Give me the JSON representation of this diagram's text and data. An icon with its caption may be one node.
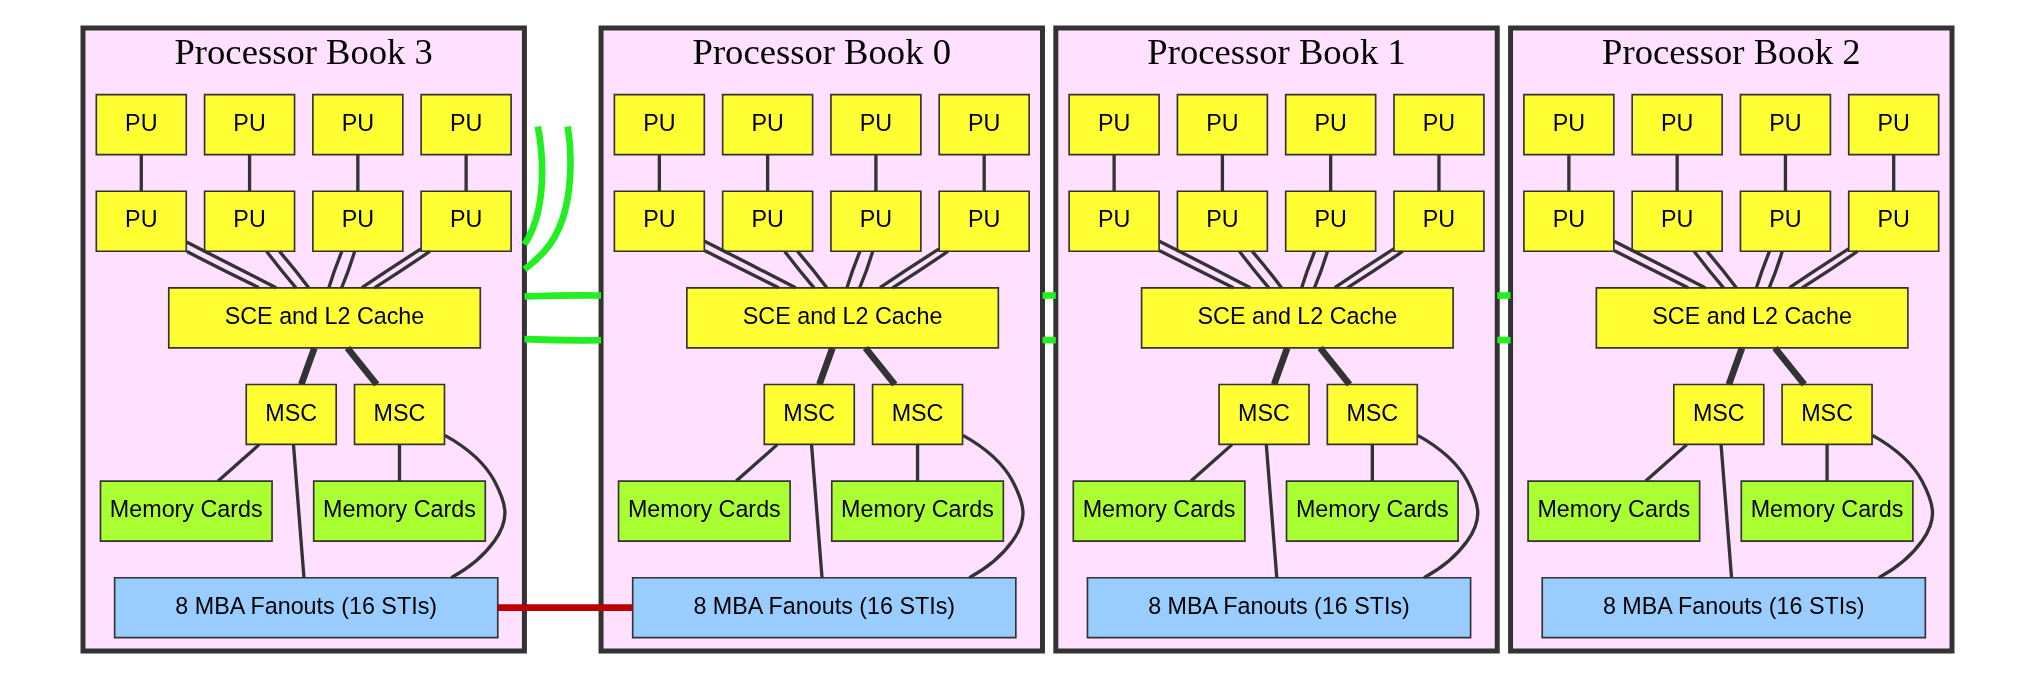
{
  "diagram": {
    "nodes": [
      {
        "text": [
          "Processor Book 3"
        ]
      },
      {
        "text": [
          "PU"
        ],
        "in": 0
      },
      {
        "text": [
          "PU"
        ],
        "in": 0
      },
      {
        "text": [
          "PU"
        ],
        "in": 0
      },
      {
        "text": [
          "PU"
        ],
        "in": 0
      },
      {
        "text": [
          "PU"
        ],
        "in": 0
      },
      {
        "text": [
          "PU"
        ],
        "in": 0
      },
      {
        "text": [
          "PU"
        ],
        "in": 0
      },
      {
        "text": [
          "PU"
        ],
        "in": 0
      },
      {
        "text": [
          "SCE and L2 Cache"
        ],
        "in": 0
      },
      {
        "text": [
          "MSC"
        ],
        "in": 0
      },
      {
        "text": [
          "MSC"
        ],
        "in": 0
      },
      {
        "text": [
          "Memory Cards"
        ],
        "in": 0
      },
      {
        "text": [
          "Memory Cards"
        ],
        "in": 0
      },
      {
        "text": [
          "8 MBA Fanouts (16 STIs)"
        ],
        "in": 0
      },
      {
        "text": [
          "Processor Book 0"
        ]
      },
      {
        "text": [
          "PU"
        ],
        "in": 15
      },
      {
        "text": [
          "PU"
        ],
        "in": 15
      },
      {
        "text": [
          "PU"
        ],
        "in": 15
      },
      {
        "text": [
          "PU"
        ],
        "in": 15
      },
      {
        "text": [
          "PU"
        ],
        "in": 15
      },
      {
        "text": [
          "PU"
        ],
        "in": 15
      },
      {
        "text": [
          "PU"
        ],
        "in": 15
      },
      {
        "text": [
          "PU"
        ],
        "in": 15
      },
      {
        "text": [
          "SCE and L2 Cache"
        ],
        "in": 15
      },
      {
        "text": [
          "MSC"
        ],
        "in": 15
      },
      {
        "text": [
          "MSC"
        ],
        "in": 15
      },
      {
        "text": [
          "Memory Cards"
        ],
        "in": 15
      },
      {
        "text": [
          "Memory Cards"
        ],
        "in": 15
      },
      {
        "text": [
          "8 MBA Fanouts (16 STIs)"
        ],
        "in": 15
      },
      {
        "text": [
          "Processor Book 1"
        ]
      },
      {
        "text": [
          "PU"
        ],
        "in": 30
      },
      {
        "text": [
          "PU"
        ],
        "in": 30
      },
      {
        "text": [
          "PU"
        ],
        "in": 30
      },
      {
        "text": [
          "PU"
        ],
        "in": 30
      },
      {
        "text": [
          "PU"
        ],
        "in": 30
      },
      {
        "text": [
          "PU"
        ],
        "in": 30
      },
      {
        "text": [
          "PU"
        ],
        "in": 30
      },
      {
        "text": [
          "PU"
        ],
        "in": 30
      },
      {
        "text": [
          "SCE and L2 Cache"
        ],
        "in": 30
      },
      {
        "text": [
          "MSC"
        ],
        "in": 30
      },
      {
        "text": [
          "MSC"
        ],
        "in": 30
      },
      {
        "text": [
          "Memory Cards"
        ],
        "in": 30
      },
      {
        "text": [
          "Memory Cards"
        ],
        "in": 30
      },
      {
        "text": [
          "8 MBA Fanouts (16 STIs)"
        ],
        "in": 30
      },
      {
        "text": [
          "Processor Book 2"
        ]
      },
      {
        "text": [
          "PU"
        ],
        "in": 45
      },
      {
        "text": [
          "PU"
        ],
        "in": 45
      },
      {
        "text": [
          "PU"
        ],
        "in": 45
      },
      {
        "text": [
          "PU"
        ],
        "in": 45
      },
      {
        "text": [
          "PU"
        ],
        "in": 45
      },
      {
        "text": [
          "PU"
        ],
        "in": 45
      },
      {
        "text": [
          "PU"
        ],
        "in": 45
      },
      {
        "text": [
          "PU"
        ],
        "in": 45
      },
      {
        "text": [
          "SCE and L2 Cache"
        ],
        "in": 45
      },
      {
        "text": [
          "MSC"
        ],
        "in": 45
      },
      {
        "text": [
          "MSC"
        ],
        "in": 45
      },
      {
        "text": [
          "Memory Cards"
        ],
        "in": 45
      },
      {
        "text": [
          "Memory Cards"
        ],
        "in": 45
      },
      {
        "text": [
          "8 MBA Fanouts (16 STIs)"
        ],
        "in": 45
      }
    ],
    "edges": [
      {
        "from": 1,
        "to": 5,
        "arrow": "none"
      },
      {
        "from": 2,
        "to": 6,
        "arrow": "none"
      },
      {
        "from": 3,
        "to": 7,
        "arrow": "none"
      },
      {
        "from": 4,
        "to": 8,
        "arrow": "none"
      },
      {
        "from": 5,
        "to": 9,
        "arrow": "none"
      },
      {
        "from": 5,
        "to": 9,
        "arrow": "none"
      },
      {
        "from": 6,
        "to": 9,
        "arrow": "none"
      },
      {
        "from": 6,
        "to": 9,
        "arrow": "none"
      },
      {
        "from": 7,
        "to": 9,
        "arrow": "none"
      },
      {
        "from": 7,
        "to": 9,
        "arrow": "none"
      },
      {
        "from": 8,
        "to": 9,
        "arrow": "none"
      },
      {
        "from": 8,
        "to": 9,
        "arrow": "none"
      },
      {
        "from": 9,
        "to": 10,
        "arrow": "none",
        "style": "thick"
      },
      {
        "from": 9,
        "to": 11,
        "arrow": "none",
        "style": "thick"
      },
      {
        "from": 10,
        "to": 12,
        "arrow": "none"
      },
      {
        "from": 10,
        "to": 14,
        "arrow": "none"
      },
      {
        "from": 11,
        "to": 14,
        "arrow": "none"
      },
      {
        "from": 11,
        "to": 13,
        "arrow": "none"
      },
      {
        "from": 16,
        "to": 20,
        "arrow": "none"
      },
      {
        "from": 17,
        "to": 21,
        "arrow": "none"
      },
      {
        "from": 18,
        "to": 22,
        "arrow": "none"
      },
      {
        "from": 19,
        "to": 23,
        "arrow": "none"
      },
      {
        "from": 20,
        "to": 24,
        "arrow": "none"
      },
      {
        "from": 20,
        "to": 24,
        "arrow": "none"
      },
      {
        "from": 21,
        "to": 24,
        "arrow": "none"
      },
      {
        "from": 21,
        "to": 24,
        "arrow": "none"
      },
      {
        "from": 22,
        "to": 24,
        "arrow": "none"
      },
      {
        "from": 22,
        "to": 24,
        "arrow": "none"
      },
      {
        "from": 23,
        "to": 24,
        "arrow": "none"
      },
      {
        "from": 23,
        "to": 24,
        "arrow": "none"
      },
      {
        "from": 24,
        "to": 25,
        "arrow": "none",
        "style": "thick"
      },
      {
        "from": 24,
        "to": 26,
        "arrow": "none",
        "style": "thick"
      },
      {
        "from": 25,
        "to": 27,
        "arrow": "none"
      },
      {
        "from": 25,
        "to": 29,
        "arrow": "none"
      },
      {
        "from": 26,
        "to": 29,
        "arrow": "none"
      },
      {
        "from": 26,
        "to": 28,
        "arrow": "none"
      },
      {
        "from": 31,
        "to": 35,
        "arrow": "none"
      },
      {
        "from": 32,
        "to": 36,
        "arrow": "none"
      },
      {
        "from": 33,
        "to": 37,
        "arrow": "none"
      },
      {
        "from": 34,
        "to": 38,
        "arrow": "none"
      },
      {
        "from": 35,
        "to": 39,
        "arrow": "none"
      },
      {
        "from": 35,
        "to": 39,
        "arrow": "none"
      },
      {
        "from": 36,
        "to": 39,
        "arrow": "none"
      },
      {
        "from": 36,
        "to": 39,
        "arrow": "none"
      },
      {
        "from": 37,
        "to": 39,
        "arrow": "none"
      },
      {
        "from": 37,
        "to": 39,
        "arrow": "none"
      },
      {
        "from": 38,
        "to": 39,
        "arrow": "none"
      },
      {
        "from": 38,
        "to": 39,
        "arrow": "none"
      },
      {
        "from": 39,
        "to": 40,
        "arrow": "none",
        "style": "thick"
      },
      {
        "from": 39,
        "to": 41,
        "arrow": "none",
        "style": "thick"
      },
      {
        "from": 40,
        "to": 42,
        "arrow": "none"
      },
      {
        "from": 40,
        "to": 44,
        "arrow": "none"
      },
      {
        "from": 41,
        "to": 44,
        "arrow": "none"
      },
      {
        "from": 41,
        "to": 43,
        "arrow": "none"
      },
      {
        "from": 46,
        "to": 50,
        "arrow": "none"
      },
      {
        "from": 47,
        "to": 51,
        "arrow": "none"
      },
      {
        "from": 48,
        "to": 52,
        "arrow": "none"
      },
      {
        "from": 49,
        "to": 53,
        "arrow": "none"
      },
      {
        "from": 50,
        "to": 54,
        "arrow": "none"
      },
      {
        "from": 50,
        "to": 54,
        "arrow": "none"
      },
      {
        "from": 51,
        "to": 54,
        "arrow": "none"
      },
      {
        "from": 51,
        "to": 54,
        "arrow": "none"
      },
      {
        "from": 52,
        "to": 54,
        "arrow": "none"
      },
      {
        "from": 52,
        "to": 54,
        "arrow": "none"
      },
      {
        "from": 53,
        "to": 54,
        "arrow": "none"
      },
      {
        "from": 53,
        "to": 54,
        "arrow": "none"
      },
      {
        "from": 54,
        "to": 55,
        "arrow": "none",
        "style": "thick"
      },
      {
        "from": 54,
        "to": 56,
        "arrow": "none",
        "style": "thick"
      },
      {
        "from": 55,
        "to": 57,
        "arrow": "none"
      },
      {
        "from": 55,
        "to": 59,
        "arrow": "none"
      },
      {
        "from": 56,
        "to": 59,
        "arrow": "none"
      },
      {
        "from": 56,
        "to": 58,
        "arrow": "none"
      },
      {
        "from": null,
        "to": 0,
        "arrow": "none",
        "style": "thick",
        "color": "#22ee22"
      },
      {
        "from": null,
        "to": 0,
        "arrow": "none",
        "style": "thick",
        "color": "#22ee22"
      },
      {
        "from": 0,
        "to": 15,
        "arrow": "none",
        "style": "thick",
        "color": "#22ee22"
      },
      {
        "from": 0,
        "to": 15,
        "arrow": "none",
        "style": "thick",
        "color": "#22ee22"
      },
      {
        "from": 15,
        "to": 30,
        "arrow": "none",
        "style": "thick",
        "color": "#22ee22"
      },
      {
        "from": 15,
        "to": 30,
        "arrow": "none",
        "style": "thick",
        "color": "#22ee22"
      },
      {
        "from": 30,
        "to": 45,
        "arrow": "none",
        "style": "thick",
        "color": "#22ee22"
      },
      {
        "from": 30,
        "to": 45,
        "arrow": "none",
        "style": "thick",
        "color": "#22ee22"
      },
      {
        "from": 14,
        "to": 29,
        "arrow": "none",
        "style": "thick",
        "color": "#bb0000"
      }
    ]
  }
}
